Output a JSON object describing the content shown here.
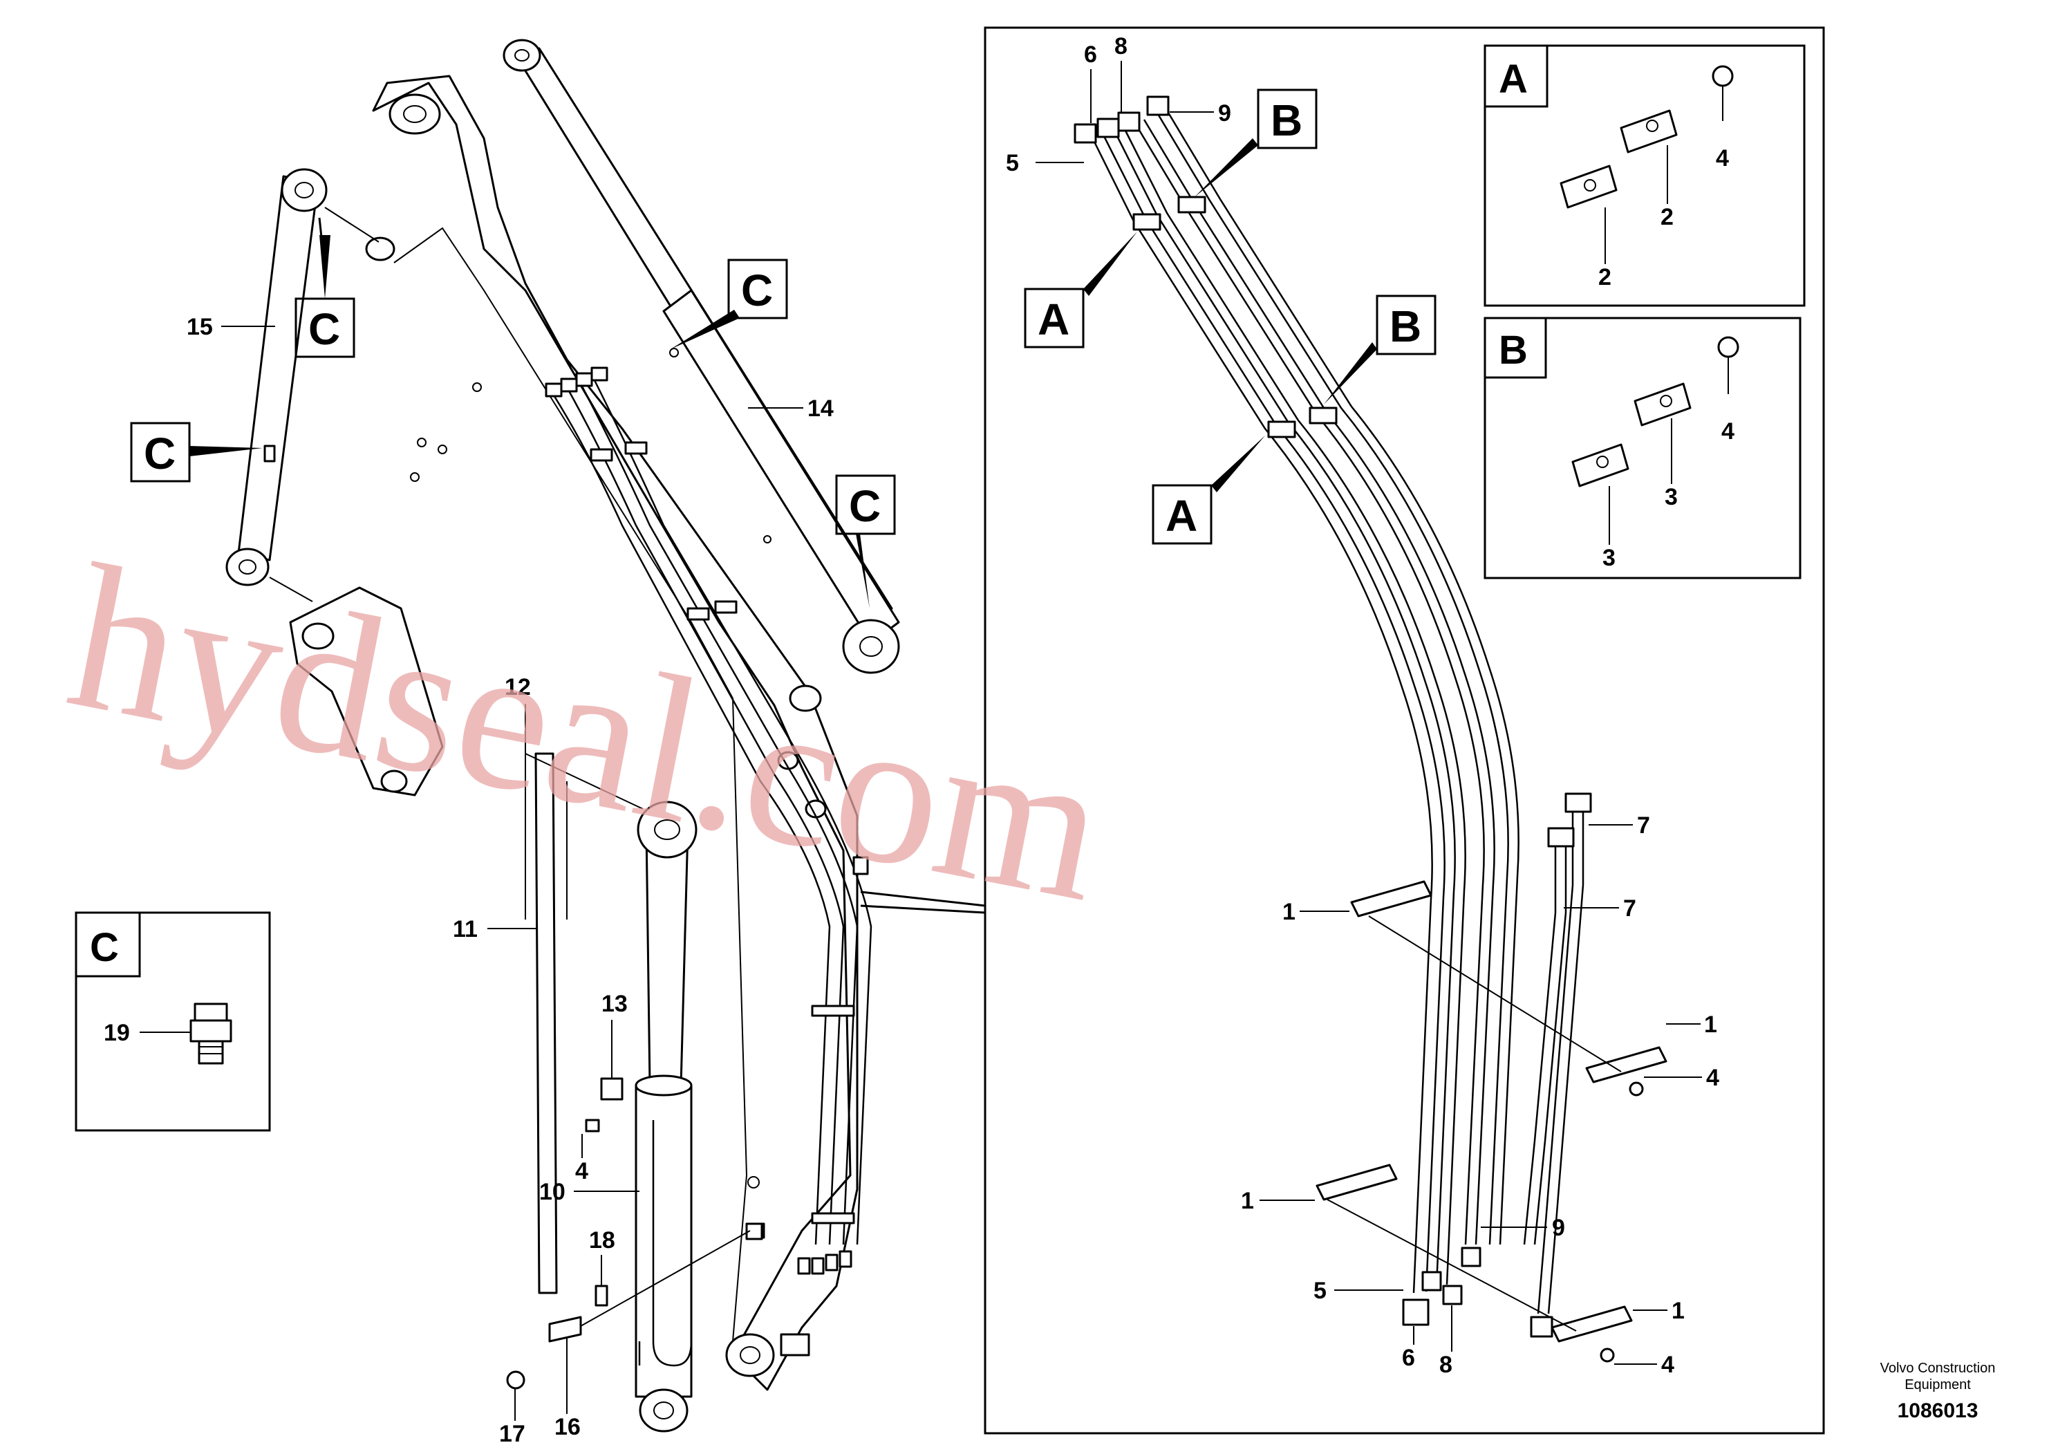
{
  "diagram": {
    "watermark": "hydseal.com",
    "brand_line1": "Volvo Construction",
    "brand_line2": "Equipment",
    "document_id": "1086013",
    "callouts": {
      "c_6_top": "6",
      "c_8_top": "8",
      "c_9_top": "9",
      "c_5_top": "5",
      "c_4_panelA": "4",
      "c_2_panelA_a": "2",
      "c_2_panelA_b": "2",
      "c_4_panelB": "4",
      "c_3_panelB_a": "3",
      "c_3_panelB_b": "3",
      "c_15": "15",
      "c_14": "14",
      "c_12": "12",
      "c_11": "11",
      "c_13": "13",
      "c_4_left": "4",
      "c_10": "10",
      "c_18": "18",
      "c_19": "19",
      "c_17": "17",
      "c_16": "16",
      "c_7_a": "7",
      "c_7_b": "7",
      "c_1_a": "1",
      "c_1_b": "1",
      "c_4_mid": "4",
      "c_1_c": "1",
      "c_9_bottom": "9",
      "c_5_bottom": "5",
      "c_1_d": "1",
      "c_4_bottom": "4",
      "c_6_bottom": "6",
      "c_8_bottom": "8"
    },
    "detail_boxes": {
      "c1": "C",
      "c2": "C",
      "c3": "C",
      "c4": "C",
      "a1": "A",
      "a2": "A",
      "b1": "B",
      "b2": "B",
      "panel_a": "A",
      "panel_b": "B",
      "panel_c": "C"
    }
  }
}
